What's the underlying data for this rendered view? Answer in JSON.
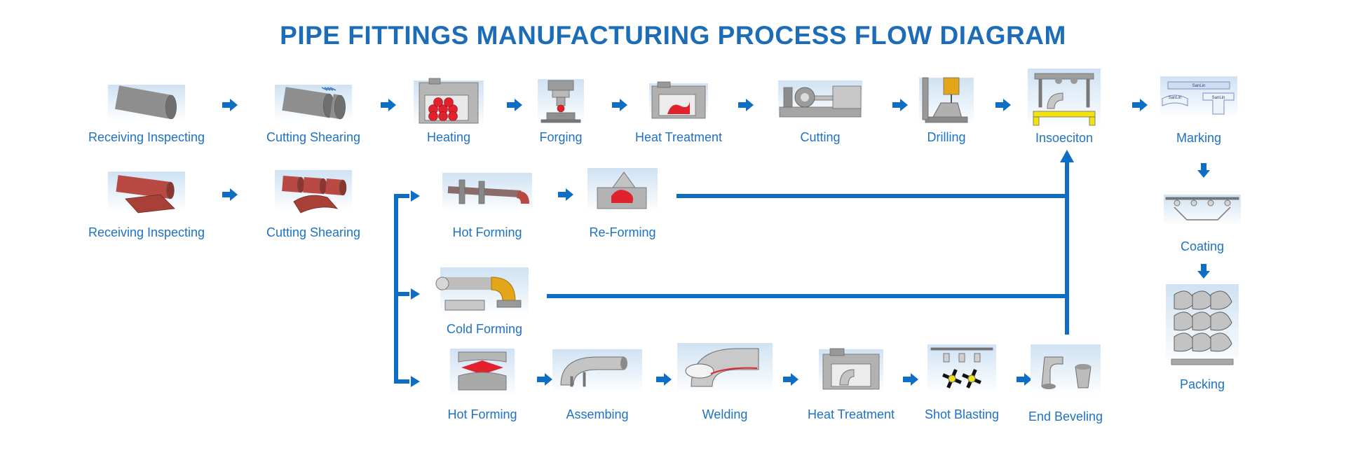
{
  "title": "PIPE FITTINGS MANUFACTURING PROCESS FLOW DIAGRAM",
  "colors": {
    "title": "#1c6cb8",
    "label": "#1e72c4",
    "connector": "#0d6ec4",
    "pipe_red": "#b94a43",
    "metal_gray": "#8e8e8e",
    "hot_red": "#e0222e",
    "gold": "#e3a51a",
    "yellow": "#f2e30c"
  },
  "row_solid_bar": [
    {
      "key": "receiving-inspecting-bar",
      "label": "Receiving Inspecting",
      "icon": "solid-bar-icon"
    },
    {
      "key": "cutting-shearing-bar",
      "label": "Cutting Shearing",
      "icon": "cut-bar-icon"
    },
    {
      "key": "heating",
      "label": "Heating",
      "icon": "furnace-icon"
    },
    {
      "key": "forging",
      "label": "Forging",
      "icon": "forging-press-icon"
    },
    {
      "key": "heat-treatment-1",
      "label": "Heat Treatment",
      "icon": "heat-treatment-oven-icon"
    },
    {
      "key": "cutting",
      "label": "Cutting",
      "icon": "lathe-icon"
    },
    {
      "key": "drilling",
      "label": "Drilling",
      "icon": "drill-press-icon"
    },
    {
      "key": "inspection",
      "label": "Insoeciton",
      "icon": "inspection-machine-icon"
    },
    {
      "key": "marking",
      "label": "Marking",
      "icon": "marked-fittings-icon",
      "marks": [
        "SanLin",
        "SanLin",
        "SanLin"
      ]
    }
  ],
  "row_pipe_plate": [
    {
      "key": "receiving-inspecting-pipe",
      "label": "Receiving Inspecting",
      "icon": "pipe-and-plate-icon"
    },
    {
      "key": "cutting-shearing-pipe",
      "label": "Cutting Shearing",
      "icon": "cut-pipe-icon"
    }
  ],
  "hot_forming_branch": [
    {
      "key": "hot-forming-1",
      "label": "Hot Forming",
      "icon": "hot-forming-mandrel-icon"
    },
    {
      "key": "re-forming",
      "label": "Re-Forming",
      "icon": "reforming-die-icon"
    }
  ],
  "cold_forming_branch": [
    {
      "key": "cold-forming",
      "label": "Cold Forming",
      "icon": "cold-bending-icon"
    }
  ],
  "welded_branch": [
    {
      "key": "hot-forming-2",
      "label": "Hot Forming",
      "icon": "hot-press-die-icon"
    },
    {
      "key": "assembing",
      "label": "Assembing",
      "icon": "assembled-elbow-icon"
    },
    {
      "key": "welding",
      "label": "Welding",
      "icon": "welded-elbow-icon"
    },
    {
      "key": "heat-treatment-2",
      "label": "Heat Treatment",
      "icon": "heat-treatment-furnace-icon"
    },
    {
      "key": "shot-blasting",
      "label": "Shot Blasting",
      "icon": "shot-blasting-icon"
    },
    {
      "key": "end-beveling",
      "label": "End Beveling",
      "icon": "beveled-fittings-icon"
    }
  ],
  "finishing_column": [
    {
      "key": "coating",
      "label": "Coating",
      "icon": "coating-line-icon"
    },
    {
      "key": "packing",
      "label": "Packing",
      "icon": "packed-elbows-icon"
    }
  ]
}
